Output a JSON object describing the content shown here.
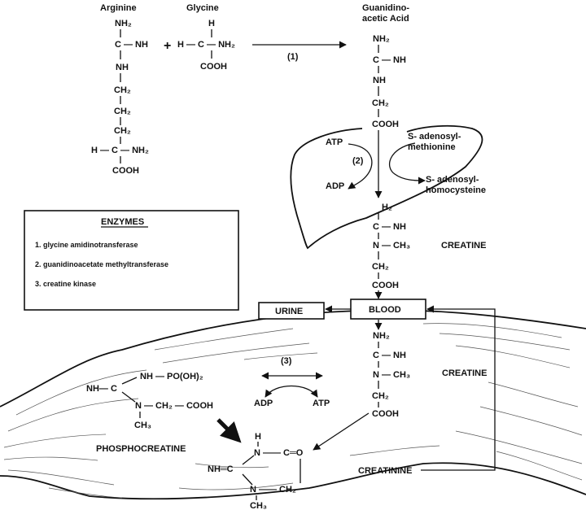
{
  "reactants": {
    "arginine": {
      "name": "Arginine",
      "nh2": "NH₂",
      "c_nh": "C — NH",
      "nh": "NH",
      "ch2_1": "CH₂",
      "ch2_2": "CH₂",
      "ch2_3": "CH₂",
      "h_c_nh2": "H — C — NH₂",
      "cooh": "COOH"
    },
    "plus": "+",
    "glycine": {
      "name": "Glycine",
      "h": "H",
      "h_c_nh2": "H — C — NH₂",
      "cooh": "COOH"
    }
  },
  "step1": "(1)",
  "guanidinoacetic_acid": {
    "name_line1": "Guanidino-",
    "name_line2": "acetic Acid",
    "nh2": "NH₂",
    "c_nh": "C — NH",
    "nh": "NH",
    "ch2": "CH₂",
    "cooh": "COOH"
  },
  "liver": {
    "atp": "ATP",
    "adp": "ADP",
    "step": "(2)",
    "sam_line1": "S- adenosyl-",
    "sam_line2": "methionine",
    "sah_line1": "S- adenosyl-",
    "sah_line2": "homocysteine"
  },
  "creatine_liver": {
    "h2": "H₂",
    "c_nh": "C — NH",
    "n_ch3": "N — CH₃",
    "ch2": "CH₂",
    "cooh": "COOH",
    "label": "CREATINE"
  },
  "enzymes": {
    "title": "ENZYMES",
    "items": [
      "1.   glycine amidinotransferase",
      "2.   guanidinoacetate methyltransferase",
      "3.   creatine kinase"
    ]
  },
  "compartments": {
    "urine": "URINE",
    "blood": "BLOOD"
  },
  "creatine_muscle": {
    "nh2": "NH₂",
    "c_nh": "C — NH",
    "n_ch3": "N — CH₃",
    "ch2": "CH₂",
    "cooh": "COOH",
    "label": "CREATINE"
  },
  "kinase": {
    "step": "(3)",
    "adp": "ADP",
    "atp": "ATP"
  },
  "phosphocreatine": {
    "nh_c": "NH— C",
    "nh_po": "NH — PO(OH)₂",
    "n_chain": "N — CH₂ — COOH",
    "ch3": "CH₃",
    "label": "PHOSPHOCREATINE"
  },
  "creatinine": {
    "h": "H",
    "n_c_o": "N —— C═O",
    "nh_c": "NH═C",
    "n_ch2": "N —— CH₂",
    "ch3": "CH₃",
    "label": "CREATININE"
  }
}
